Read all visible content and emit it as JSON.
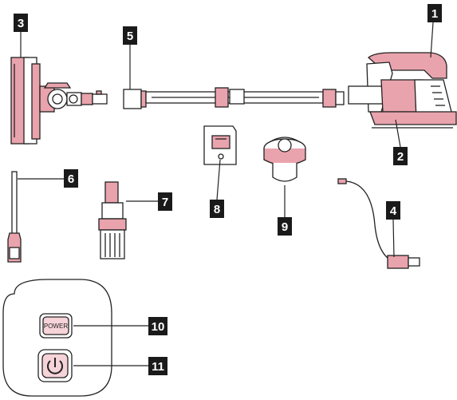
{
  "labels": {
    "l1": "1",
    "l2": "2",
    "l3": "3",
    "l4": "4",
    "l5": "5",
    "l6": "6",
    "l7": "7",
    "l8": "8",
    "l9": "9",
    "l10": "10",
    "l11": "11"
  },
  "panel": {
    "power_button_text": "POWER"
  },
  "colors": {
    "label_box": "#1a1a1a",
    "label_text": "#ffffff",
    "accent": "#e9a3ad",
    "line": "#222222"
  }
}
